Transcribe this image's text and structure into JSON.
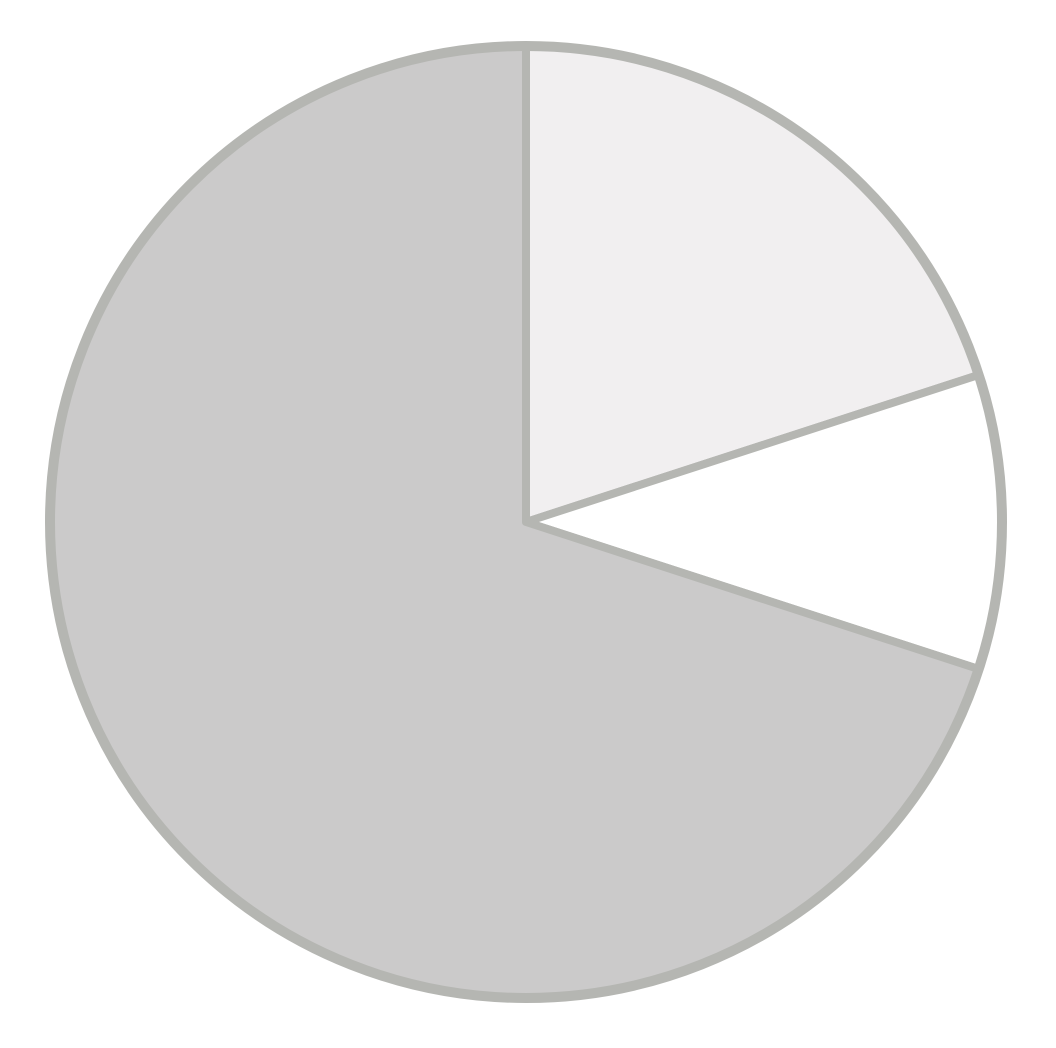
{
  "chart_data": {
    "type": "pie",
    "start_angle_deg": 0,
    "direction": "clockwise",
    "slices": [
      {
        "value": 20,
        "color": "#f1eff0"
      },
      {
        "value": 10,
        "color": "#ffffff"
      },
      {
        "value": 70,
        "color": "#cbcaca"
      }
    ],
    "stroke_color": "#b5b6b2",
    "legend": "none",
    "grid": false
  }
}
